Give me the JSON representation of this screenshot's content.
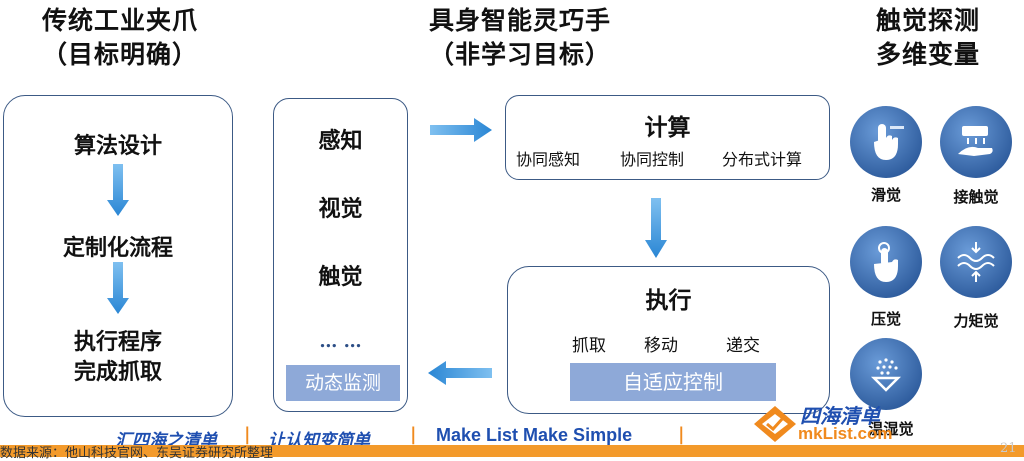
{
  "titles": {
    "left_line1": "传统工业夹爪",
    "left_line2": "（目标明确）",
    "mid_line1": "具身智能灵巧手",
    "mid_line2": "（非学习目标）",
    "right_line1": "触觉探测",
    "right_line2": "多维变量"
  },
  "traditional": {
    "step1": "算法设计",
    "step2": "定制化流程",
    "step3_line1": "执行程序",
    "step3_line2": "完成抓取"
  },
  "perception": {
    "header": "感知",
    "item1": "视觉",
    "item2": "触觉",
    "ellipsis": "…  …",
    "bar": "动态监测"
  },
  "compute": {
    "title": "计算",
    "items": [
      "协同感知",
      "协同控制",
      "分布式计算"
    ]
  },
  "execute": {
    "title": "执行",
    "items": [
      "抓取",
      "移动",
      "递交"
    ],
    "bar": "自适应控制"
  },
  "tactile": {
    "labels": [
      "滑觉",
      "接触觉",
      "压觉",
      "力矩觉",
      "温湿觉"
    ],
    "icons": [
      "finger-touch-icon",
      "hand-contact-icon",
      "finger-press-icon",
      "wave-force-icon",
      "droplet-heat-icon"
    ]
  },
  "footer": {
    "source": "数据来源：他山科技官网、东吴证券研究所整理",
    "page": "21",
    "wm_left": "汇四海之清单",
    "wm_sep1": "|",
    "wm_mid": "让认知变简单",
    "wm_sep2": "|",
    "wm_slogan": "Make List Make Simple",
    "wm_sep3": "|",
    "wm_brand": "四海清单",
    "wm_site": "mkList.com"
  },
  "colors": {
    "border": "#3c5a85",
    "arrow": "#3a8fd6",
    "bar": "#8ea9d8",
    "circle": "#2f5d9e",
    "footer": "#f39a2b",
    "watermark_blue": "#1f4fb0",
    "watermark_orange": "#f08a1e"
  }
}
